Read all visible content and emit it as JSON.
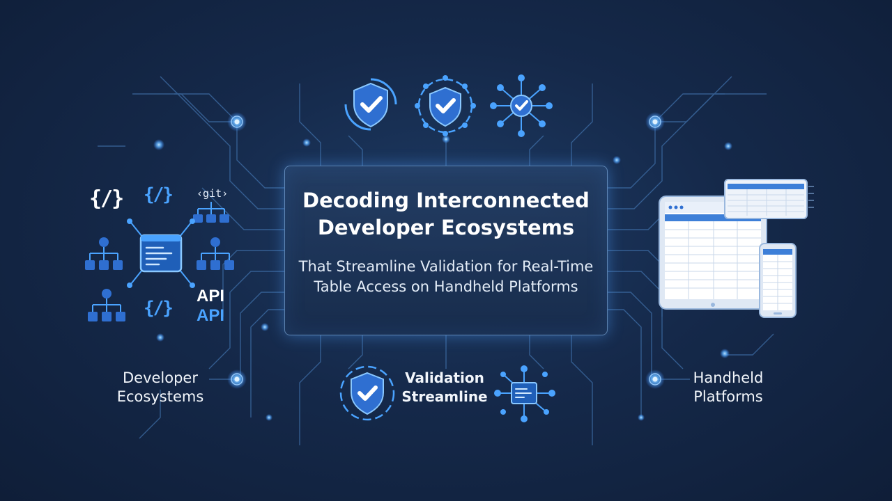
{
  "title": "Decoding Interconnected Developer Ecosystems",
  "subtitle": "That Streamline Validation for Real-Time Table Access on Handheld Platforms",
  "left_panel": {
    "label_line1": "Developer",
    "label_line2": "Ecosystems",
    "api_primary": "API",
    "api_secondary": "API",
    "git_label": "‹git›",
    "code_glyph_a": "{/}",
    "code_glyph_b": "{/}",
    "code_glyph_c": "{/}"
  },
  "bottom_center": {
    "label_line1": "Validation",
    "label_line2": "Streamline"
  },
  "right_panel": {
    "label_line1": "Handheld",
    "label_line2": "Platforms"
  },
  "colors": {
    "background": "#15294a",
    "accent_blue": "#4aa3ff",
    "glow": "#7cc4ff",
    "icon_fill": "#2f6fd1"
  },
  "icons": [
    "shield-check-icon",
    "shield-check-icon",
    "network-check-icon",
    "code-window-icon",
    "hierarchy-icon",
    "git-icon",
    "tablet-table-icon",
    "phone-table-icon",
    "monitor-table-icon"
  ]
}
